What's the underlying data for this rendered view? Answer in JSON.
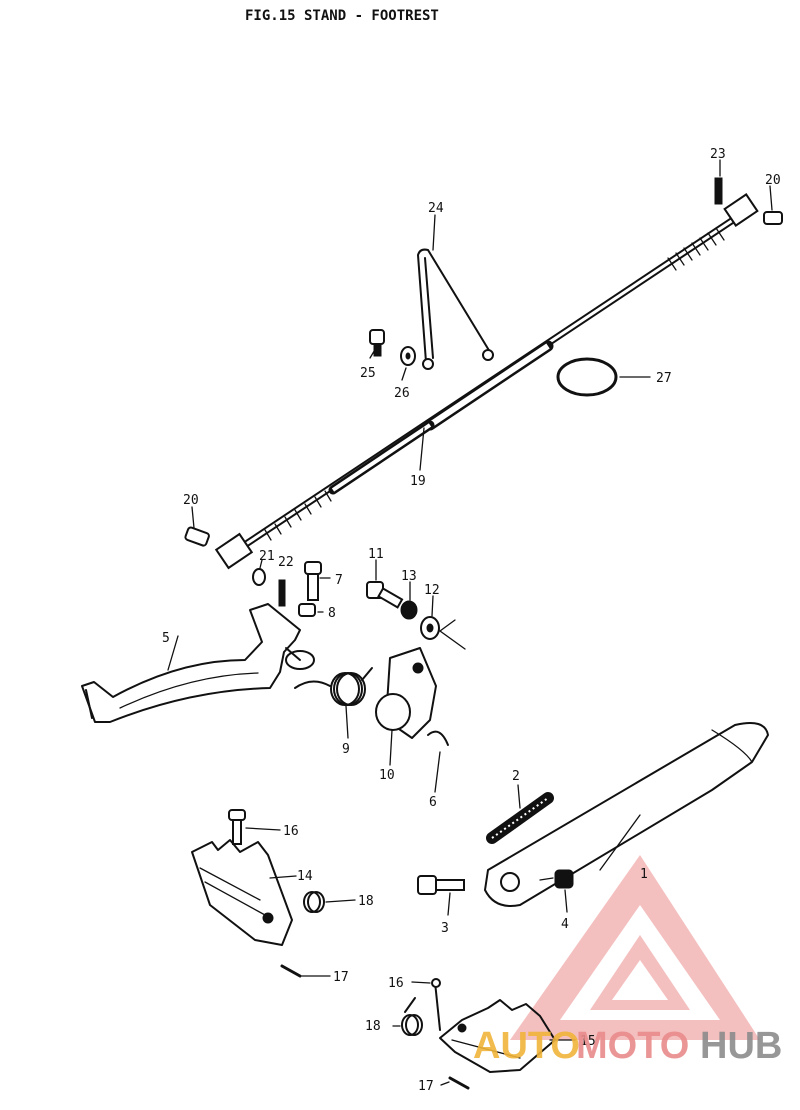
{
  "title": "FIG.15  STAND - FOOTREST",
  "watermark": {
    "part1": "AUTO",
    "part2": "MOTO",
    "part3": "HUB",
    "colors": {
      "auto": "#f0b43a",
      "moto": "#e98b8b",
      "hub": "#8c8c8c",
      "logo": "#e98b8b"
    }
  },
  "labels": [
    "1",
    "2",
    "3",
    "4",
    "5",
    "6",
    "7",
    "8",
    "9",
    "10",
    "11",
    "12",
    "13",
    "14",
    "15",
    "16",
    "16",
    "17",
    "17",
    "18",
    "18",
    "19",
    "20",
    "20",
    "21",
    "22",
    "23",
    "24",
    "25",
    "26",
    "27"
  ]
}
